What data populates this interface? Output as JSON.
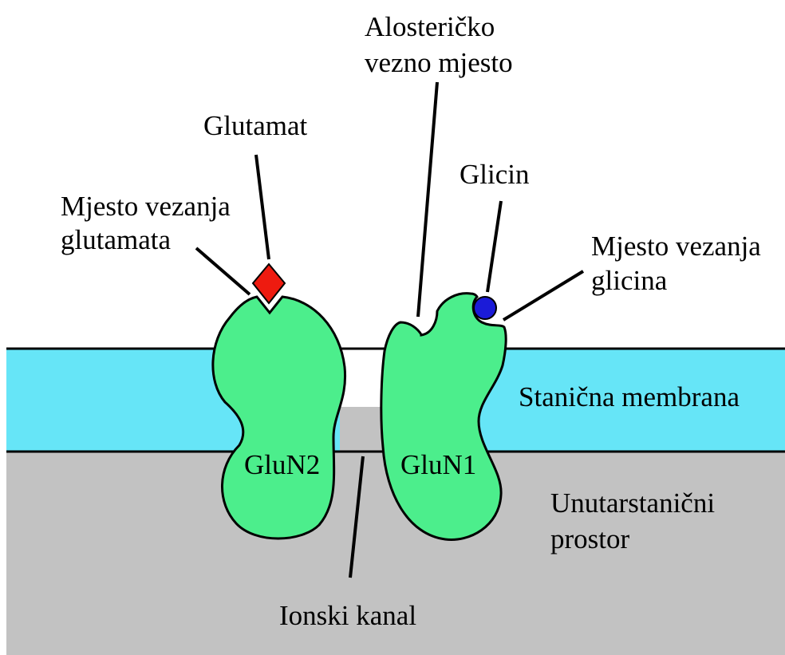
{
  "labels": {
    "alosteric_site_line1": "Alosteričko",
    "alosteric_site_line2": "vezno mjesto",
    "glutamate": "Glutamat",
    "glycine": "Glicin",
    "glutamate_site_line1": "Mjesto vezanja",
    "glutamate_site_line2": "glutamata",
    "glycine_site_line1": "Mjesto vezanja",
    "glycine_site_line2": "glicina",
    "cell_membrane": "Stanična membrana",
    "intracellular_line1": "Unutarstanični",
    "intracellular_line2": "prostor",
    "ion_channel": "Ionski kanal",
    "subunit_left": "GluN2",
    "subunit_right": "GluN1"
  },
  "colors": {
    "membrane": "#66e5f7",
    "intracellular": "#c2c2c2",
    "subunit": "#4cee8c",
    "glutamate": "#ee1b10",
    "glycine": "#1b1bd8",
    "outline": "#000000"
  }
}
